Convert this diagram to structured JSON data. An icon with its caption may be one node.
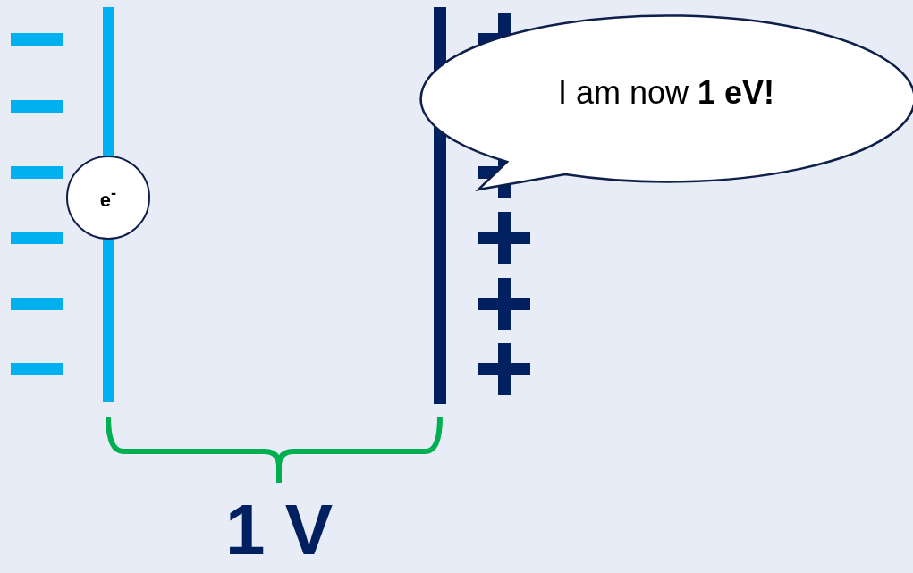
{
  "diagram": {
    "nodes": [
      {
        "text": [
          "e$^{-}$"
        ]
      },
      {
        "text": [
          "I am now **1 eV!**"
        ]
      }
    ],
    "labels": [
      "1 V"
    ]
  }
}
